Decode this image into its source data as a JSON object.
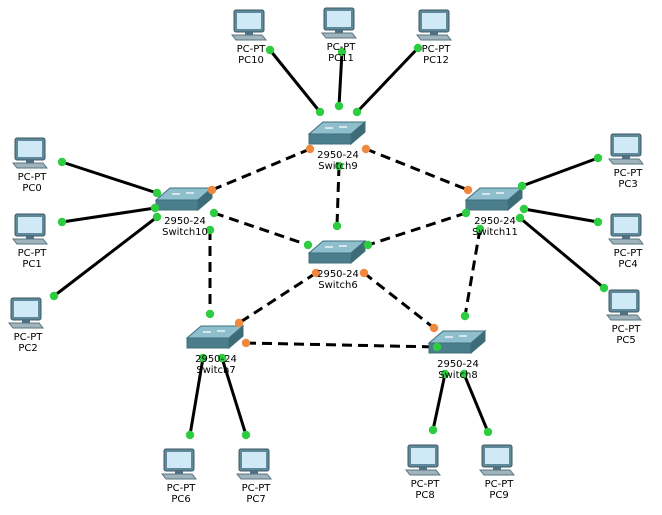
{
  "colors": {
    "link": "#000000",
    "port_up": "#2ecc40",
    "port_blocked": "#f0883e",
    "pc_screen": "#cfe9f7",
    "pc_body": "#5f8899",
    "switch_top": "#8fbfcc",
    "switch_side": "#4a7e8c"
  },
  "icons": {
    "pc": "pc-pt-icon",
    "switch": "switch-2950-icon"
  },
  "switches": [
    {
      "id": "s9",
      "model": "2950-24",
      "name": "Switch9"
    },
    {
      "id": "s10",
      "model": "2950-24",
      "name": "Switch10"
    },
    {
      "id": "s11",
      "model": "2950-24",
      "name": "Switch11"
    },
    {
      "id": "s6",
      "model": "2950-24",
      "name": "Switch6"
    },
    {
      "id": "s7",
      "model": "2950-24",
      "name": "Switch7"
    },
    {
      "id": "s8",
      "model": "2950-24",
      "name": "Switch8"
    }
  ],
  "pcs": [
    {
      "id": "pc10",
      "model": "PC-PT",
      "name": "PC10"
    },
    {
      "id": "pc11",
      "model": "PC-PT",
      "name": "PC11"
    },
    {
      "id": "pc12",
      "model": "PC-PT",
      "name": "PC12"
    },
    {
      "id": "pc0",
      "model": "PC-PT",
      "name": "PC0"
    },
    {
      "id": "pc1",
      "model": "PC-PT",
      "name": "PC1"
    },
    {
      "id": "pc2",
      "model": "PC-PT",
      "name": "PC2"
    },
    {
      "id": "pc3",
      "model": "PC-PT",
      "name": "PC3"
    },
    {
      "id": "pc4",
      "model": "PC-PT",
      "name": "PC4"
    },
    {
      "id": "pc5",
      "model": "PC-PT",
      "name": "PC5"
    },
    {
      "id": "pc6",
      "model": "PC-PT",
      "name": "PC6"
    },
    {
      "id": "pc7",
      "model": "PC-PT",
      "name": "PC7"
    },
    {
      "id": "pc8",
      "model": "PC-PT",
      "name": "PC8"
    },
    {
      "id": "pc9",
      "model": "PC-PT",
      "name": "PC9"
    }
  ],
  "links": [
    {
      "from": "pc10",
      "to": "s9",
      "style": "solid",
      "ends": [
        "up",
        "up"
      ]
    },
    {
      "from": "pc11",
      "to": "s9",
      "style": "solid",
      "ends": [
        "up",
        "up"
      ]
    },
    {
      "from": "pc12",
      "to": "s9",
      "style": "solid",
      "ends": [
        "up",
        "up"
      ]
    },
    {
      "from": "pc0",
      "to": "s10",
      "style": "solid",
      "ends": [
        "up",
        "up"
      ]
    },
    {
      "from": "pc1",
      "to": "s10",
      "style": "solid",
      "ends": [
        "up",
        "up"
      ]
    },
    {
      "from": "pc2",
      "to": "s10",
      "style": "solid",
      "ends": [
        "up",
        "up"
      ]
    },
    {
      "from": "pc3",
      "to": "s11",
      "style": "solid",
      "ends": [
        "up",
        "up"
      ]
    },
    {
      "from": "pc4",
      "to": "s11",
      "style": "solid",
      "ends": [
        "up",
        "up"
      ]
    },
    {
      "from": "pc5",
      "to": "s11",
      "style": "solid",
      "ends": [
        "up",
        "up"
      ]
    },
    {
      "from": "pc6",
      "to": "s7",
      "style": "solid",
      "ends": [
        "up",
        "up"
      ]
    },
    {
      "from": "pc7",
      "to": "s7",
      "style": "solid",
      "ends": [
        "up",
        "up"
      ]
    },
    {
      "from": "pc8",
      "to": "s8",
      "style": "solid",
      "ends": [
        "up",
        "up"
      ]
    },
    {
      "from": "pc9",
      "to": "s8",
      "style": "solid",
      "ends": [
        "up",
        "up"
      ]
    },
    {
      "from": "s9",
      "to": "s10",
      "style": "dashed",
      "ends": [
        "blocked",
        "blocked"
      ]
    },
    {
      "from": "s9",
      "to": "s11",
      "style": "dashed",
      "ends": [
        "blocked",
        "blocked"
      ]
    },
    {
      "from": "s9",
      "to": "s6",
      "style": "dashed",
      "ends": [
        "up",
        "up"
      ]
    },
    {
      "from": "s10",
      "to": "s6",
      "style": "dashed",
      "ends": [
        "up",
        "up"
      ]
    },
    {
      "from": "s11",
      "to": "s6",
      "style": "dashed",
      "ends": [
        "up",
        "up"
      ]
    },
    {
      "from": "s10",
      "to": "s7",
      "style": "dashed",
      "ends": [
        "blocked",
        "blocked"
      ]
    },
    {
      "from": "s11",
      "to": "s8",
      "style": "dashed",
      "ends": [
        "blocked",
        "blocked"
      ]
    },
    {
      "from": "s6",
      "to": "s7",
      "style": "dashed",
      "ends": [
        "up",
        "up"
      ]
    },
    {
      "from": "s6",
      "to": "s8",
      "style": "dashed",
      "ends": [
        "up",
        "up"
      ]
    },
    {
      "from": "s7",
      "to": "s8",
      "style": "dashed",
      "ends": [
        "blocked",
        "up"
      ]
    }
  ]
}
